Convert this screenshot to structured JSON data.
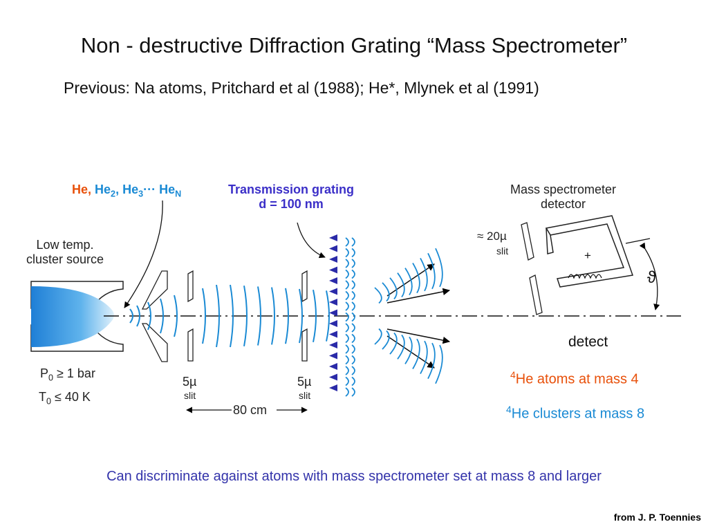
{
  "title": "Non - destructive Diffraction Grating “Mass Spectrometer”",
  "subtitle": "Previous: Na atoms, Pritchard et al (1988);  He*, Mlynek et al (1991)",
  "labels": {
    "species_he": "He,",
    "species_he2": "He",
    "species_he2_sub": "2",
    "species_he3": ", He",
    "species_he3_sub": "3",
    "species_dots": "··· He",
    "species_hen_sub": "N",
    "grating_line1": "Transmission grating",
    "grating_line2": "d = 100 nm",
    "source_line1": "Low temp.",
    "source_line2": "cluster source",
    "detector_line1": "Mass spectrometer",
    "detector_line2": "detector",
    "slit_20": "≈ 20µ",
    "slit_word": "slit",
    "slit_5a": "5µ",
    "slit_5b": "5µ",
    "distance": "80 cm",
    "pressure_p": "P",
    "pressure_sub": "0",
    "pressure_val": " ≥ 1 bar",
    "temp_t": "T",
    "temp_sub": "0",
    "temp_val": " ≤  40 K",
    "theta": "ϑ",
    "plus": "+",
    "detect": "detect",
    "atoms_sup": "4",
    "atoms_text": "He atoms at mass 4",
    "clusters_sup": "4",
    "clusters_text": "He clusters at mass 8"
  },
  "footer": "Can discriminate against atoms with mass spectrometer set at mass 8 and larger",
  "credit": "from J. P. Toennies",
  "colors": {
    "atoms": "#e8500a",
    "clusters": "#1a8ad4",
    "grating": "#2a2aa8",
    "footer": "#3333aa"
  }
}
